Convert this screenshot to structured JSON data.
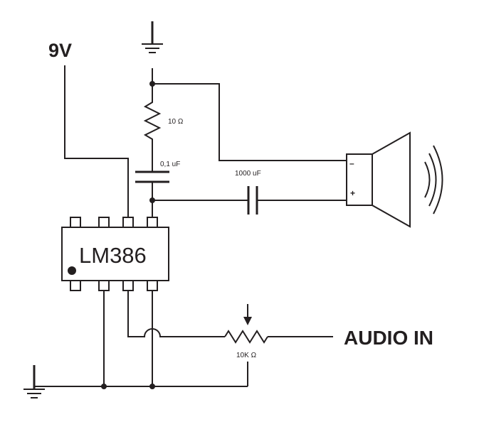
{
  "labels": {
    "supply": "9V",
    "input": "AUDIO IN",
    "chip": "LM386",
    "resistor": "10 Ω",
    "cap_small": "0,1 uF",
    "cap_large": "1000 uF",
    "pot": "10K Ω",
    "spk_neg": "–",
    "spk_pos": "+"
  },
  "colors": {
    "ink": "#231f20",
    "background": "#ffffff"
  }
}
